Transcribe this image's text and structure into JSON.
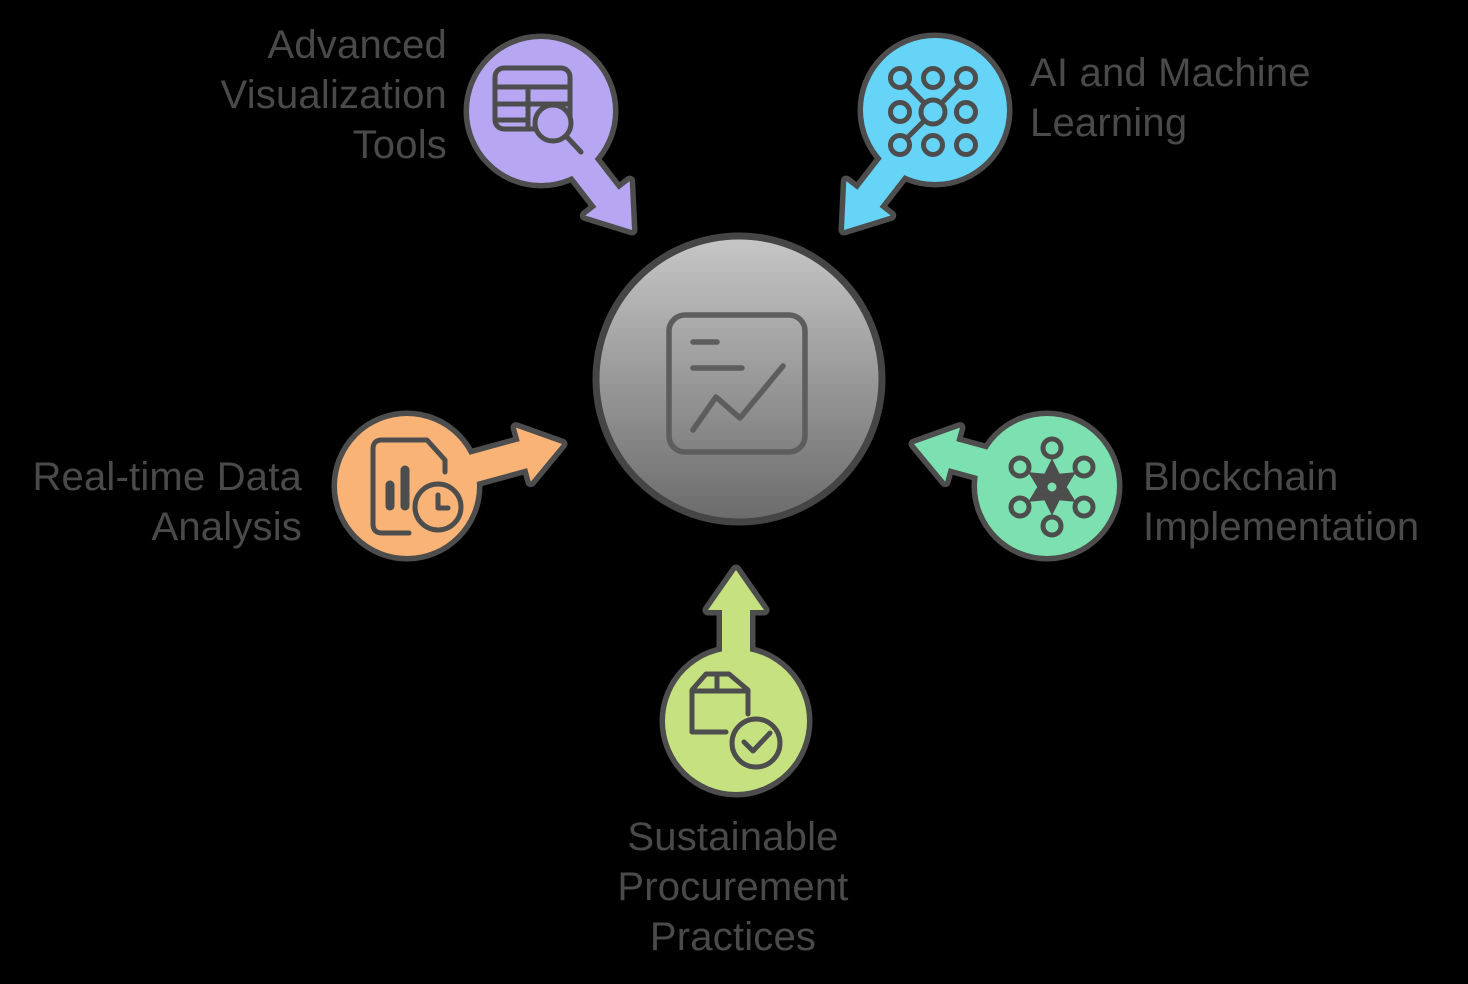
{
  "background_color": "#000000",
  "outline_color": "#4d4d4d",
  "text_color": "#4a4a4a",
  "diagram": {
    "type": "hub-and-spoke",
    "center": {
      "name": "central-hub",
      "icon": "report-trend-chart-icon",
      "gradient_top": "#c7c7c7",
      "gradient_bottom": "#6b6b6b"
    }
  },
  "nodes": [
    {
      "label": "Advanced\nVisualization\nTools",
      "color": "#b7a6f2",
      "icon": "table-search-icon",
      "position": "top-left"
    },
    {
      "label": "AI and Machine\nLearning",
      "color": "#66d4f6",
      "icon": "neural-network-icon",
      "position": "top-right"
    },
    {
      "label": "Real-time Data\nAnalysis",
      "color": "#f9b377",
      "icon": "document-clock-icon",
      "position": "left"
    },
    {
      "label": "Blockchain\nImplementation",
      "color": "#7de0b0",
      "icon": "distributed-nodes-icon",
      "position": "right"
    },
    {
      "label": "Sustainable\nProcurement\nPractices",
      "color": "#c6e17f",
      "icon": "package-check-icon",
      "position": "bottom"
    }
  ]
}
